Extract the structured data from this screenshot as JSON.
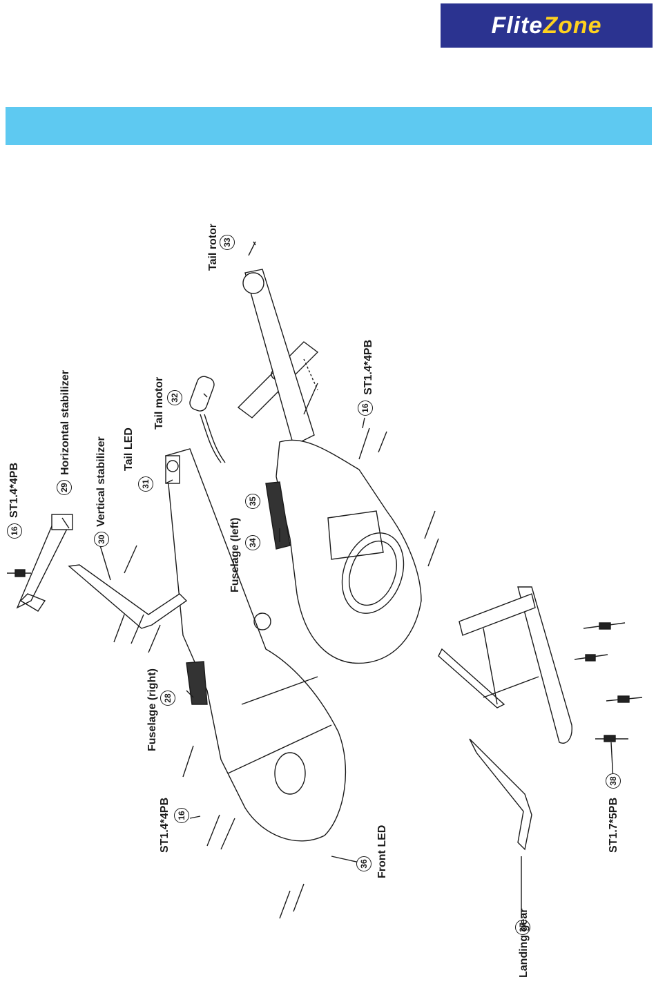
{
  "brand": {
    "part1": "Flite",
    "part2": "Zone"
  },
  "header_band": {
    "text": ""
  },
  "callouts": {
    "screw_top": {
      "num": "16",
      "text": "ST1.4*4PB"
    },
    "horizontal_stabilizer": {
      "num": "29",
      "text": "Horizontal stabilizer"
    },
    "vertical_stabilizer": {
      "num": "30",
      "text": "Vertical stabilizer"
    },
    "tail_led": {
      "num": "31",
      "text": "Tail LED"
    },
    "tail_motor": {
      "num": "32",
      "text": "Tail motor"
    },
    "tail_rotor": {
      "num": "33",
      "text": "Tail rotor"
    },
    "fuselage_left": {
      "num34": "34",
      "num35": "35",
      "text": "Fuselage (left)"
    },
    "screw_left": {
      "num": "16",
      "text": "ST1.4*4PB"
    },
    "fuselage_right": {
      "num": "28",
      "text": "Fuselage (right)"
    },
    "screw_right": {
      "num": "16",
      "text": "ST1.4*4PB"
    },
    "front_led": {
      "num": "36",
      "text": "Front LED"
    },
    "landing_gear": {
      "num": "37",
      "text": "Landing gear"
    },
    "screw_gear": {
      "num": "38",
      "text": "ST1.7*5PB"
    }
  }
}
